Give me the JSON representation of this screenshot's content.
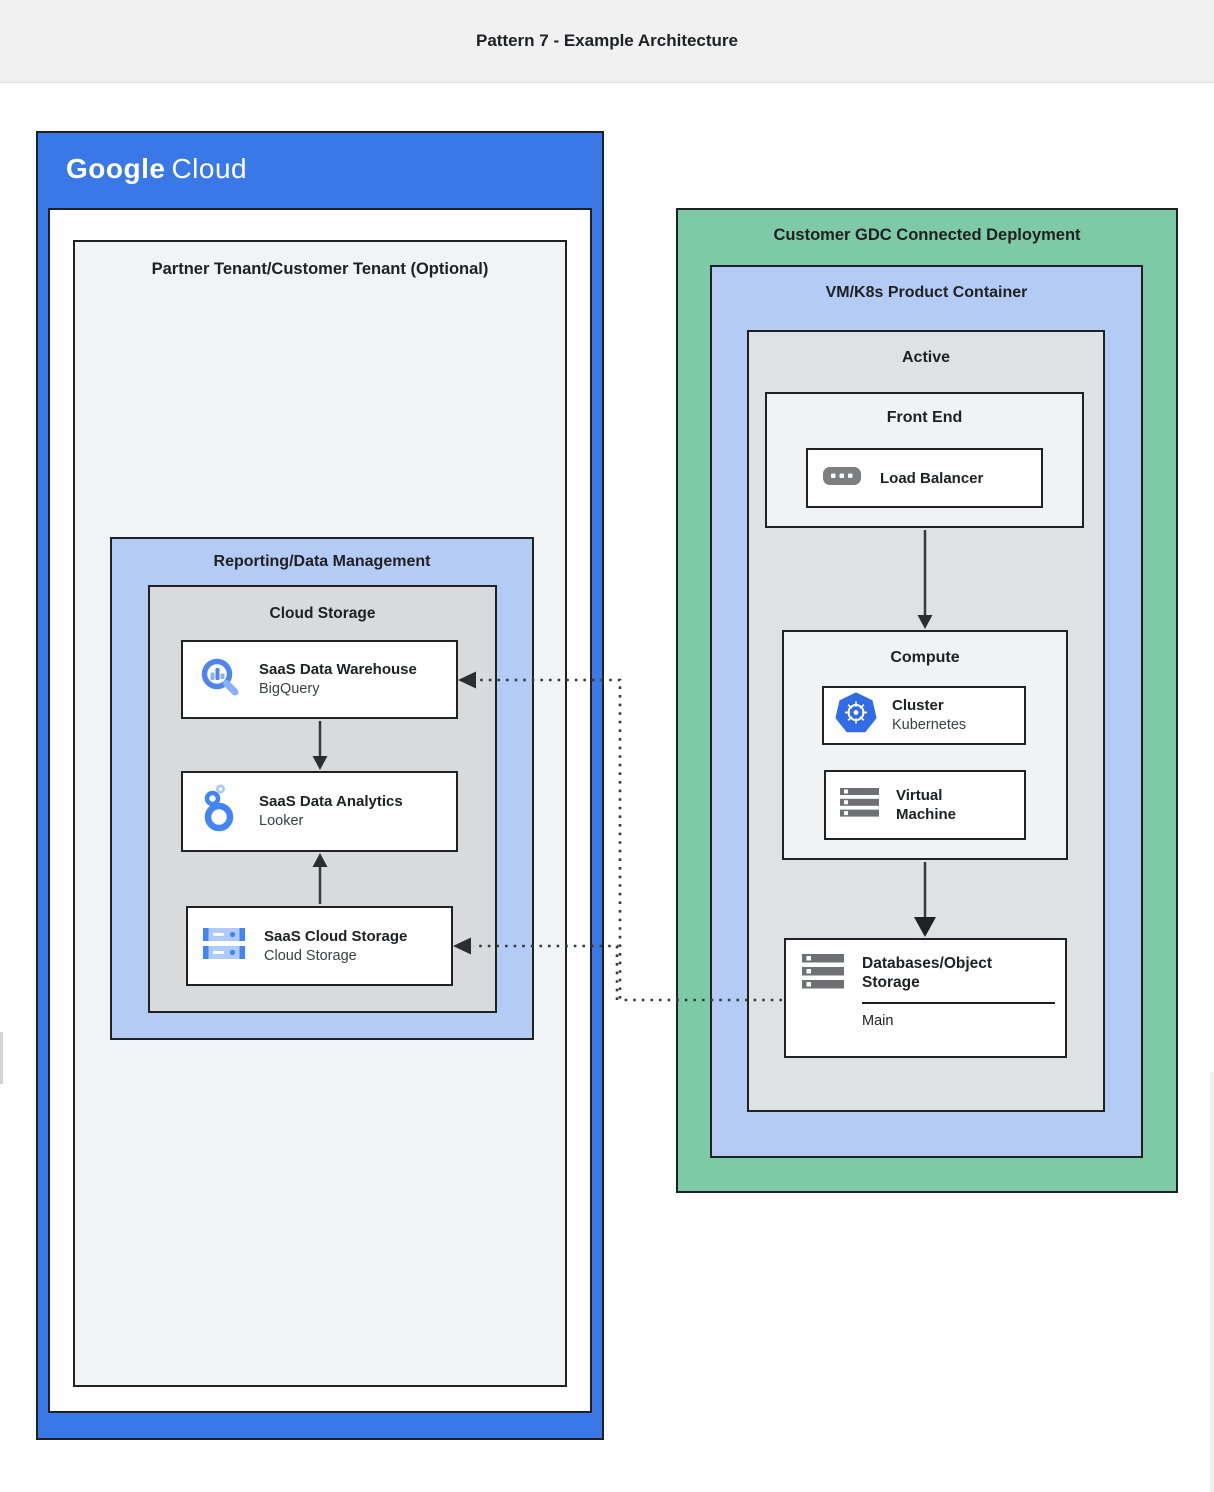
{
  "page": {
    "title": "Pattern 7 - Example Architecture"
  },
  "gcp": {
    "logo": {
      "word1": "Google",
      "word2": "Cloud"
    },
    "partner_tenant": {
      "label": "Partner Tenant/Customer Tenant (Optional)",
      "reporting": {
        "label": "Reporting/Data Management",
        "cloud_storage_group": {
          "label": "Cloud Storage",
          "items": [
            {
              "title": "SaaS Data Warehouse",
              "subtitle": "BigQuery",
              "icon": "bigquery-icon"
            },
            {
              "title": "SaaS Data Analytics",
              "subtitle": "Looker",
              "icon": "looker-icon"
            },
            {
              "title": "SaaS Cloud Storage",
              "subtitle": "Cloud Storage",
              "icon": "cloud-storage-icon"
            }
          ]
        }
      }
    }
  },
  "gdc": {
    "label": "Customer GDC Connected Deployment",
    "vmk8s_container": {
      "label": "VM/K8s Product Container",
      "active": {
        "label": "Active",
        "front_end": {
          "label": "Front End",
          "item": {
            "title": "Load Balancer",
            "icon": "load-balancer-icon"
          }
        },
        "compute": {
          "label": "Compute",
          "items": [
            {
              "title": "Cluster",
              "subtitle": "Kubernetes",
              "icon": "kubernetes-icon"
            },
            {
              "title": "Virtual Machine",
              "icon": "virtual-machine-icon"
            }
          ]
        },
        "databases": {
          "title": "Databases/Object Storage",
          "sub_label": "Main",
          "icon": "server-storage-icon"
        }
      }
    }
  },
  "connections": [
    {
      "from": "saas-data-warehouse",
      "to": "saas-data-analytics",
      "style": "solid-arrow-down"
    },
    {
      "from": "saas-cloud-storage",
      "to": "saas-data-analytics",
      "style": "solid-arrow-up"
    },
    {
      "from": "front-end",
      "to": "compute",
      "style": "solid-arrow-down"
    },
    {
      "from": "compute",
      "to": "databases-object-storage",
      "style": "solid-arrow-down"
    },
    {
      "from": "databases-object-storage",
      "to": "saas-data-warehouse",
      "style": "dotted-arrow"
    },
    {
      "from": "databases-object-storage",
      "to": "saas-cloud-storage",
      "style": "dotted-arrow"
    }
  ],
  "colors": {
    "google_blue": "#3b78e7",
    "light_blue": "#b3cbf5",
    "green": "#7ecaa6",
    "gray_panel": "#d9dadc",
    "active_gray": "#e0e1e4",
    "header_gray": "#f1f1f1",
    "border": "#202124",
    "icon_blue": "#4285f4",
    "icon_light_blue": "#8ab0f8",
    "kubernetes_blue": "#326ce5",
    "icon_gray": "#7d7e80"
  }
}
